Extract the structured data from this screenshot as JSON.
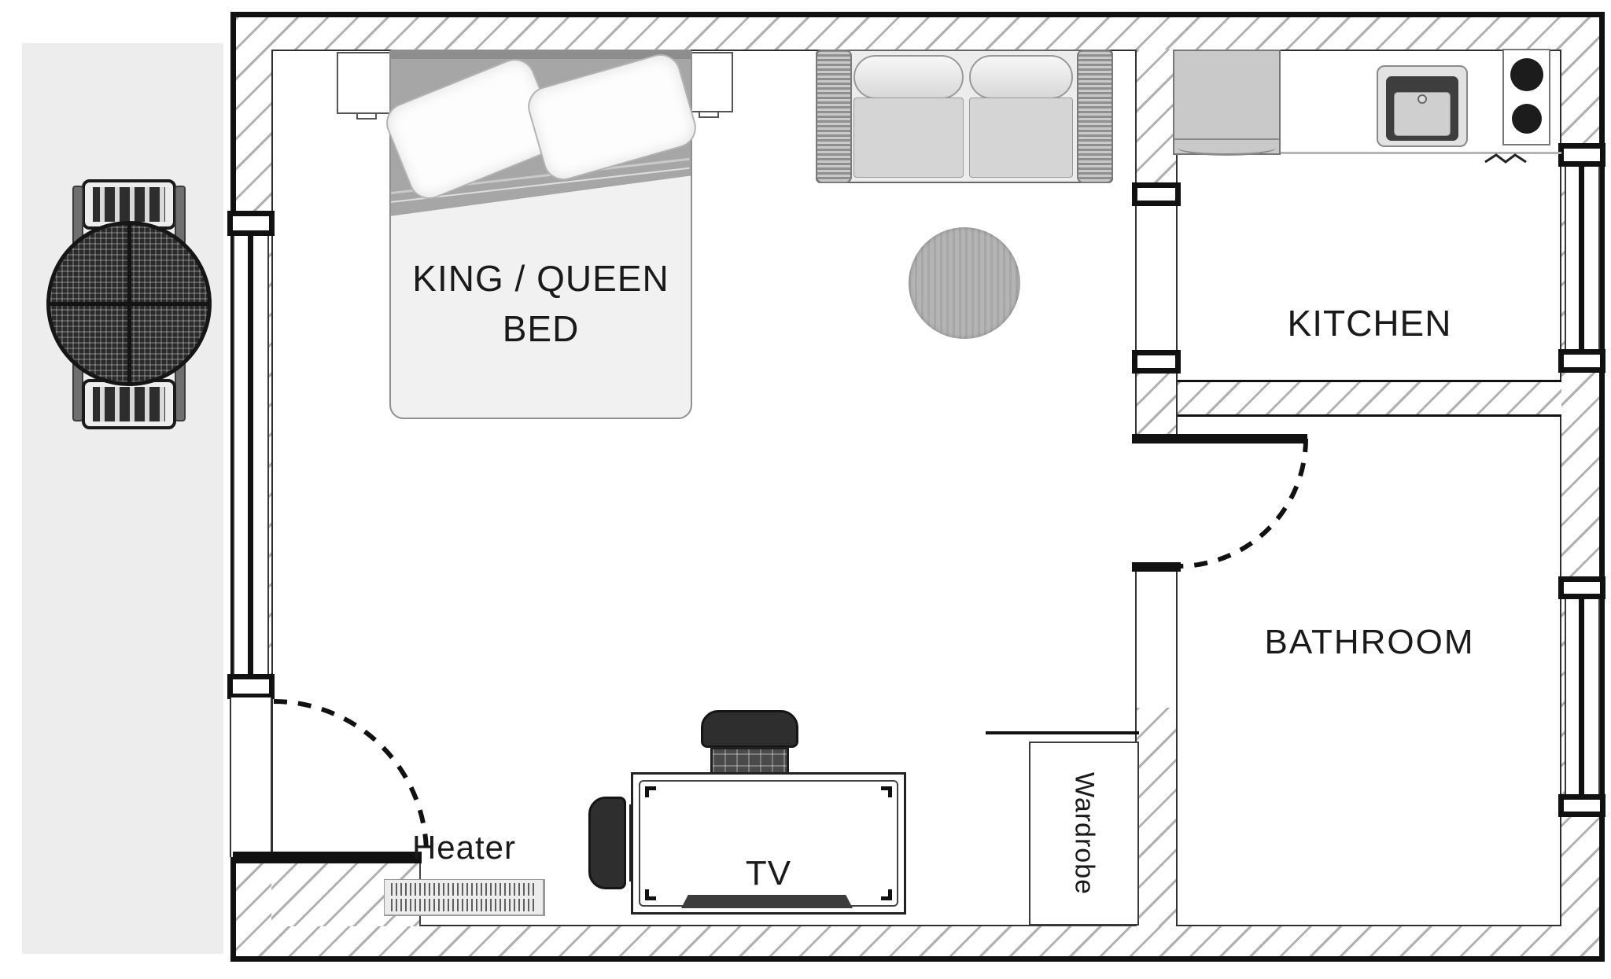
{
  "labels": {
    "bed_line1": "KING / QUEEN",
    "bed_line2": "BED",
    "kitchen": "KITCHEN",
    "bathroom": "BATHROOM",
    "tv": "TV",
    "heater": "Heater",
    "wardrobe": "Wardrobe"
  },
  "rooms": [
    "Main room with king/queen bed",
    "KITCHEN",
    "BATHROOM"
  ],
  "furniture": [
    "king-queen-bed",
    "pillow",
    "pillow",
    "nightstand",
    "nightstand",
    "sofa",
    "round-rug",
    "tv-table",
    "tv",
    "plaid-chair-top",
    "plaid-chair-left",
    "wardrobe",
    "heater-grille",
    "fridge",
    "kitchen-sink",
    "two-burner-stove",
    "outdoor-round-table",
    "outdoor-chair",
    "outdoor-chair",
    "entry-door",
    "bathroom-door",
    "window-left",
    "window-kitchen",
    "window-bathroom"
  ],
  "colors": {
    "wall": "#111111",
    "hatch_line": "#969696",
    "patio": "#ededed",
    "floor": "#ffffff",
    "rug": "#b4b4b4",
    "fridge": "#c9c9c9",
    "burner": "#1c1c1c",
    "label_text": "#1a1a1a"
  }
}
